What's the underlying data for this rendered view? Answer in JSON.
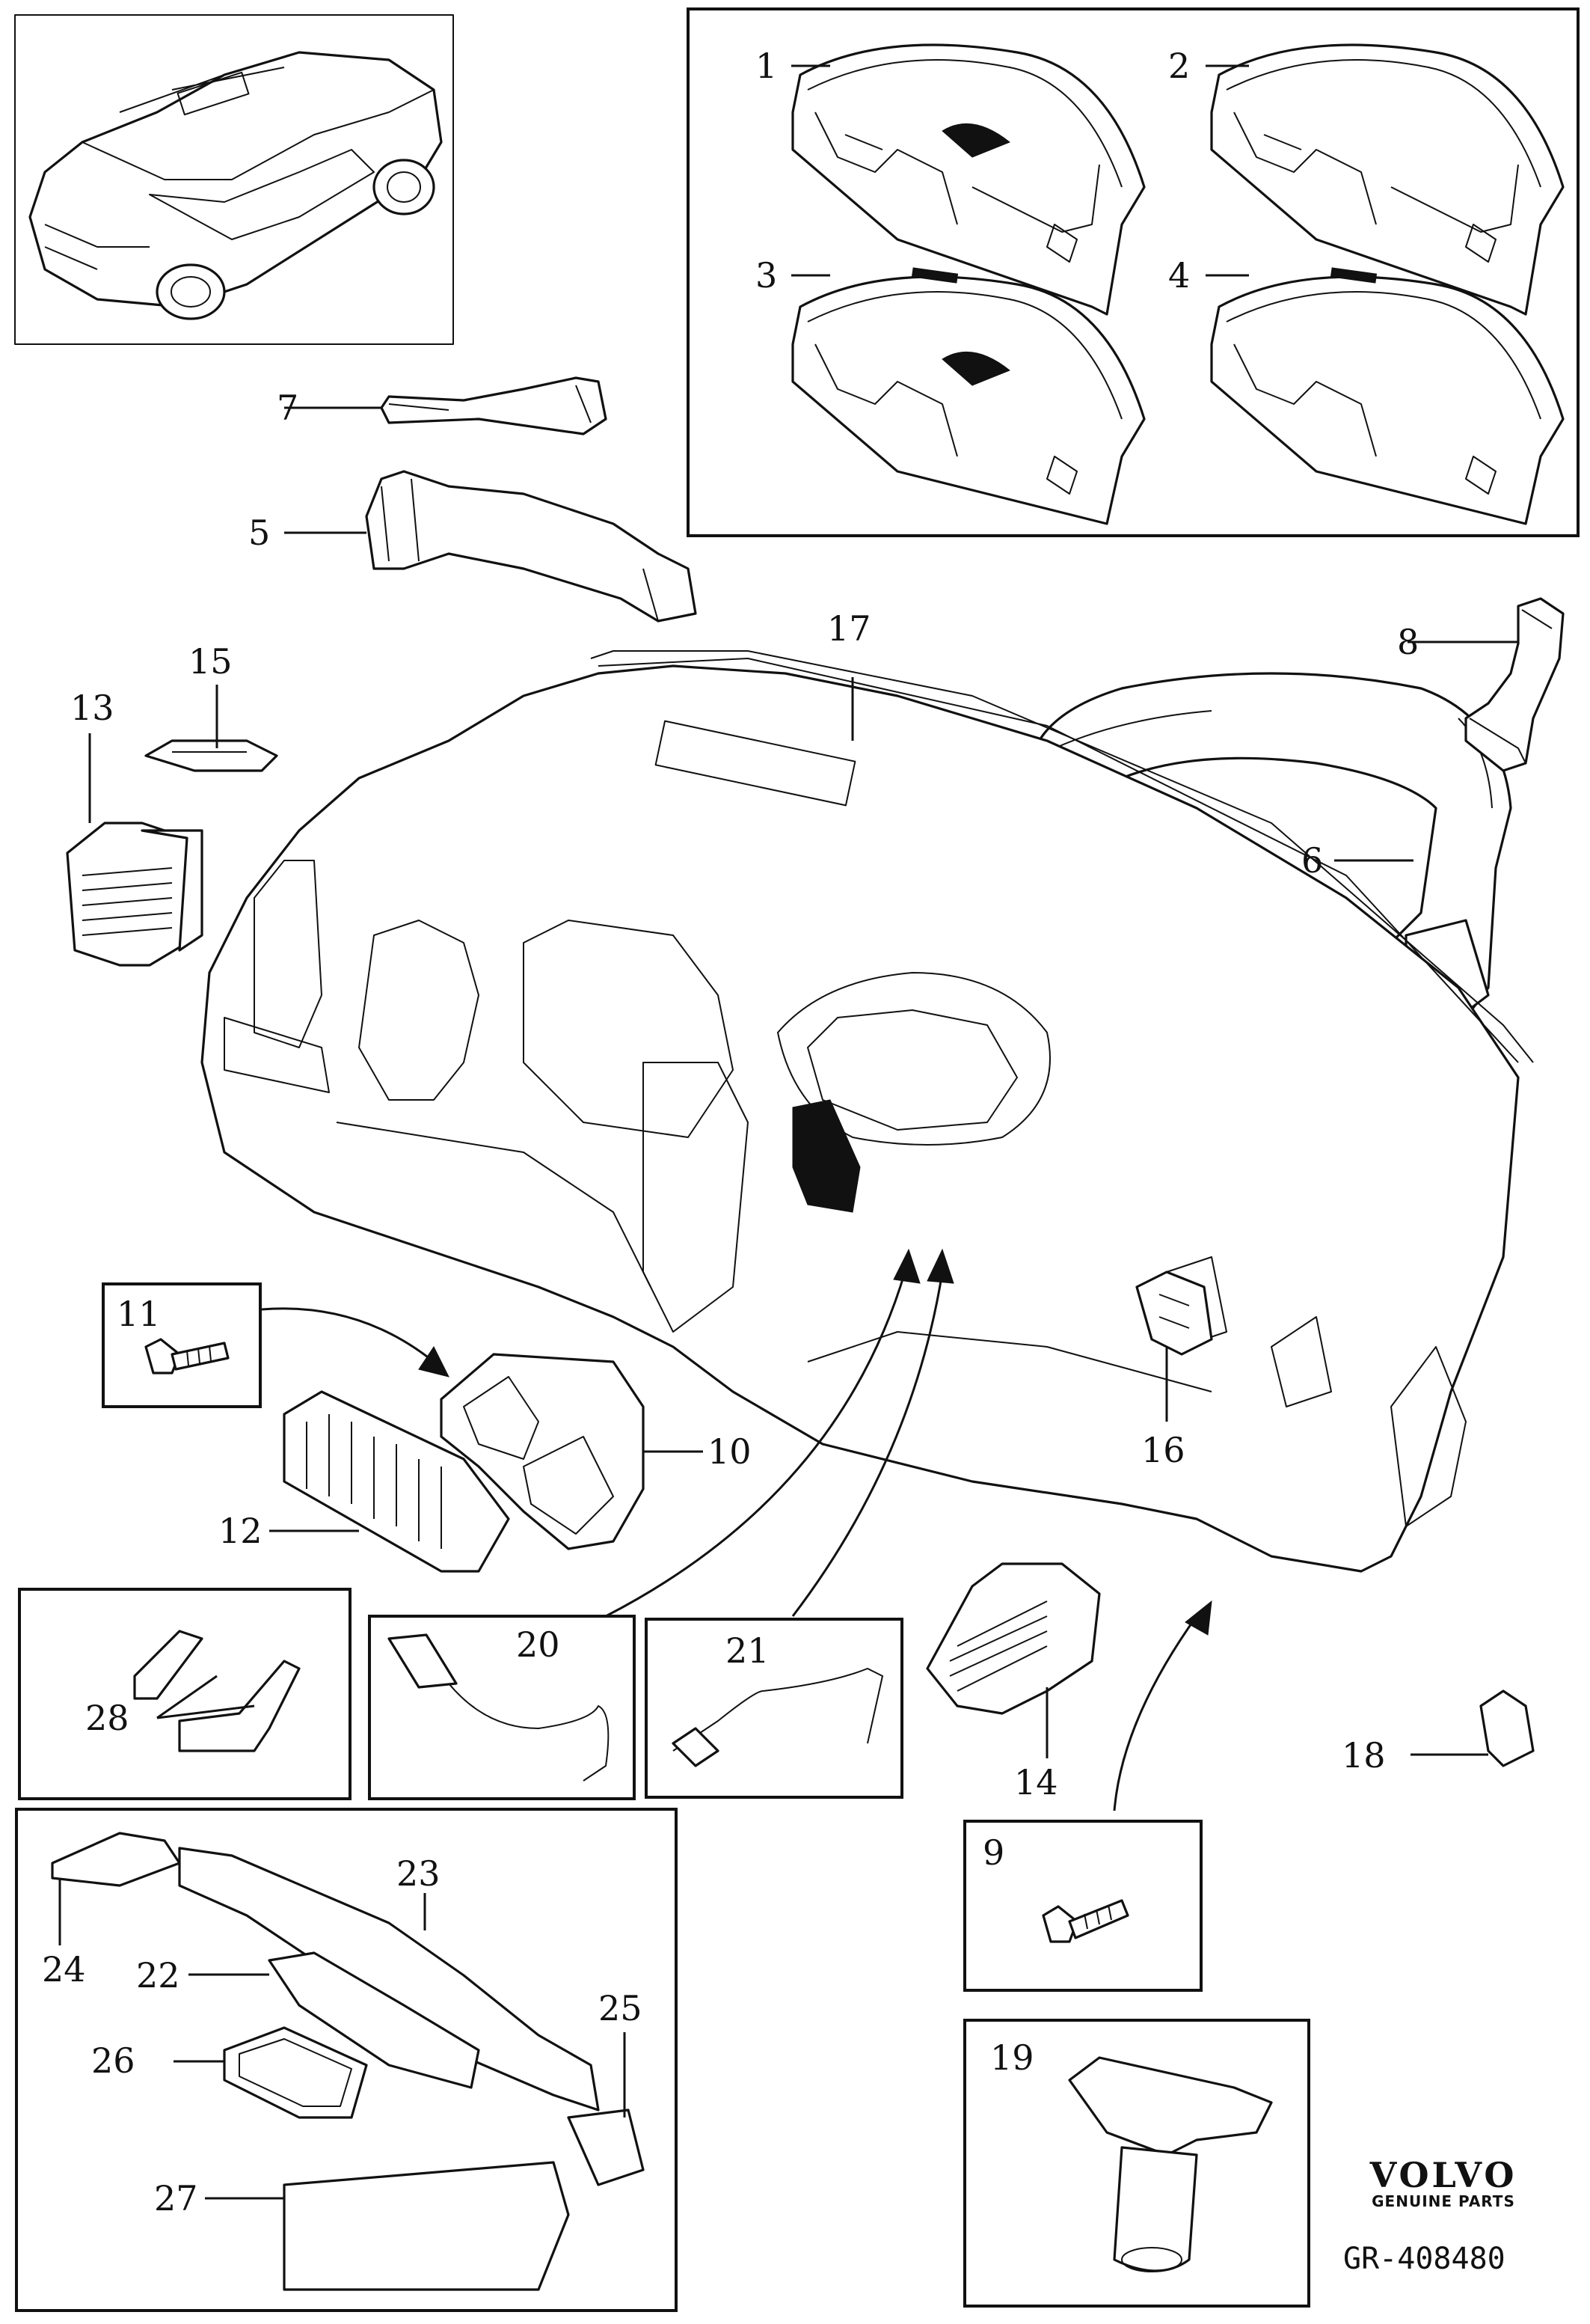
{
  "callouts": [
    "1",
    "2",
    "3",
    "4",
    "5",
    "6",
    "7",
    "8",
    "9",
    "10",
    "11",
    "12",
    "13",
    "14",
    "15",
    "16",
    "17",
    "18",
    "19",
    "20",
    "21",
    "22",
    "23",
    "24",
    "25",
    "26",
    "27",
    "28"
  ],
  "brand": {
    "logo": "VOLVO",
    "tagline": "GENUINE PARTS"
  },
  "reference": "GR-408480",
  "colors": {
    "ink": "#111111",
    "paper": "#ffffff"
  }
}
